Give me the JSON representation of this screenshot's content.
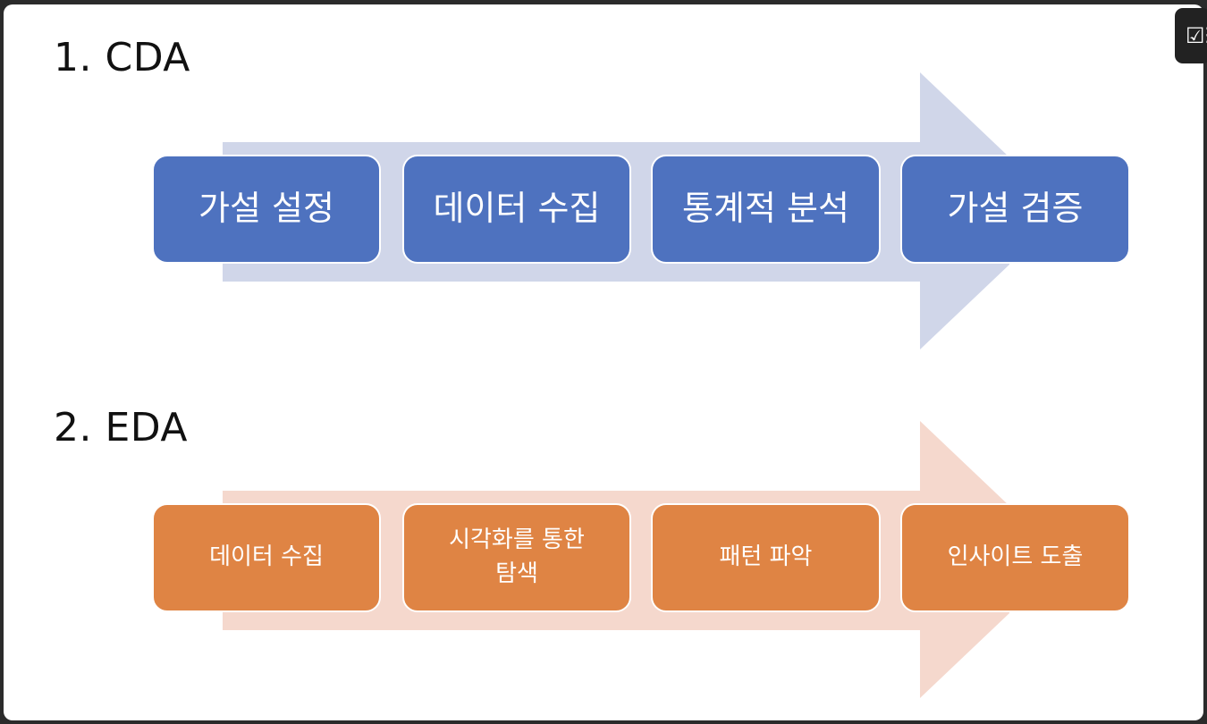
{
  "sections": [
    {
      "id": "cda",
      "title": "1. CDA",
      "colors": {
        "box": "#4e72bf",
        "arrow": "#d0d6e9"
      },
      "steps": [
        "가설 설정",
        "데이터 수집",
        "통계적 분석",
        "가설 검증"
      ]
    },
    {
      "id": "eda",
      "title": "2. EDA",
      "colors": {
        "box": "#df8444",
        "arrow": "#f5d8cd"
      },
      "steps": [
        "데이터 수집",
        "시각화를 통한\n탐색",
        "패턴 파악",
        "인사이트 도출"
      ]
    }
  ],
  "toolbar": {
    "icon": "checklist-icon"
  }
}
